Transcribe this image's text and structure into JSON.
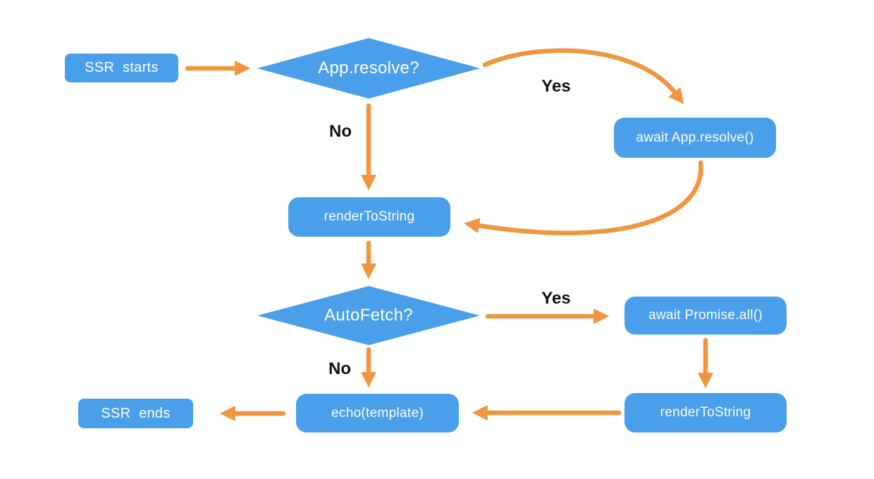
{
  "diagram": {
    "type": "flowchart",
    "colors": {
      "background": "#FFFFFF",
      "node_fill": "#4A9FEB",
      "node_text": "#FFFFFF",
      "arrow": "#F0963E",
      "label_text": "#111111"
    },
    "nodes": {
      "ssr_starts": {
        "label": "SSR  starts",
        "shape": "rounded-rect"
      },
      "app_resolve_q": {
        "label": "App.resolve?",
        "shape": "diamond"
      },
      "await_app_resolve": {
        "label": "await App.resolve()",
        "shape": "rounded-rect"
      },
      "render_to_string_1": {
        "label": "renderToString",
        "shape": "rounded-rect"
      },
      "autofetch_q": {
        "label": "AutoFetch?",
        "shape": "diamond"
      },
      "await_promise_all": {
        "label": "await Promise.all()",
        "shape": "rounded-rect"
      },
      "render_to_string_2": {
        "label": "renderToString",
        "shape": "rounded-rect"
      },
      "echo_template": {
        "label": "echo(template)",
        "shape": "rounded-rect"
      },
      "ssr_ends": {
        "label": "SSR  ends",
        "shape": "rounded-rect"
      }
    },
    "edges": [
      {
        "from": "ssr_starts",
        "to": "app_resolve_q",
        "label": ""
      },
      {
        "from": "app_resolve_q",
        "to": "await_app_resolve",
        "label": "Yes"
      },
      {
        "from": "app_resolve_q",
        "to": "render_to_string_1",
        "label": "No"
      },
      {
        "from": "await_app_resolve",
        "to": "render_to_string_1",
        "label": ""
      },
      {
        "from": "render_to_string_1",
        "to": "autofetch_q",
        "label": ""
      },
      {
        "from": "autofetch_q",
        "to": "await_promise_all",
        "label": "Yes"
      },
      {
        "from": "autofetch_q",
        "to": "echo_template",
        "label": "No"
      },
      {
        "from": "await_promise_all",
        "to": "render_to_string_2",
        "label": ""
      },
      {
        "from": "render_to_string_2",
        "to": "echo_template",
        "label": ""
      },
      {
        "from": "echo_template",
        "to": "ssr_ends",
        "label": ""
      }
    ]
  }
}
